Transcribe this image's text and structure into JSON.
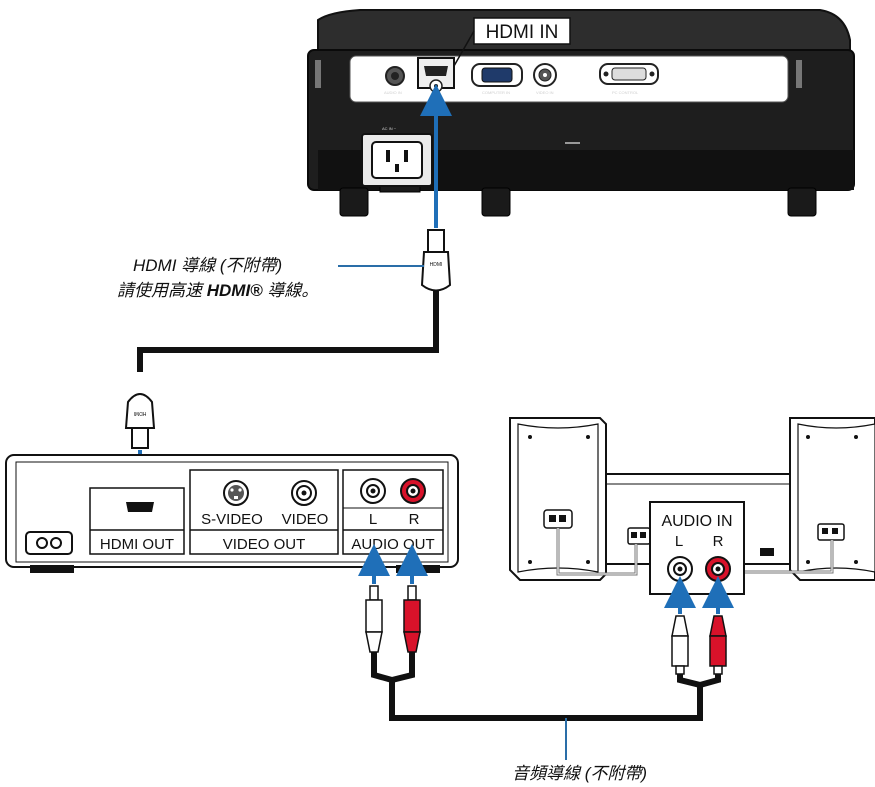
{
  "labels": {
    "hdmi_in": "HDMI IN",
    "projector": {
      "audio_in": "AUDIO IN",
      "computer_in": "COMPUTER IN",
      "video_in": "VIDEO IN",
      "pc_control": "PC CONTROL",
      "ac_in": "AC IN ~"
    },
    "hdmi_cable_line1": "HDMI 導線 (不附帶)",
    "hdmi_cable_line2_prefix": "請使用高速 ",
    "hdmi_cable_line2_bold": "HDMI®",
    "hdmi_cable_line2_suffix": " 導線。",
    "hdmi_plug": "HDMI",
    "player": {
      "hdmi_out": "HDMI OUT",
      "s_video": "S-VIDEO",
      "video": "VIDEO",
      "video_out": "VIDEO OUT",
      "l": "L",
      "r": "R",
      "audio_out": "AUDIO OUT"
    },
    "speaker": {
      "audio_in": "AUDIO IN",
      "l": "L",
      "r": "R"
    },
    "audio_cable": "音頻導線 (不附帶)"
  },
  "colors": {
    "arrow_blue": "#1f6fb8",
    "rca_red": "#d8122a",
    "line_blue": "#2a6ea8"
  }
}
